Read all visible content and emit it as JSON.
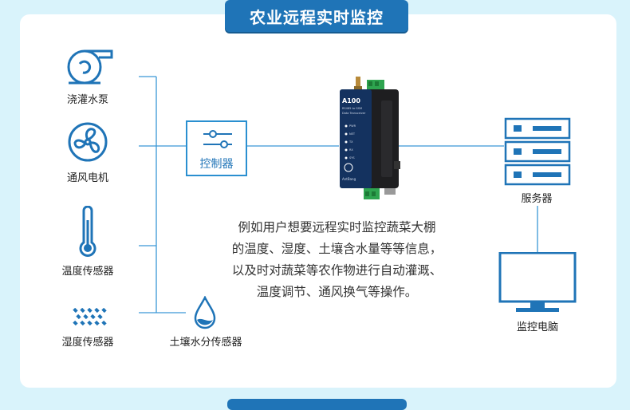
{
  "title": "农业远程实时监控",
  "sensors": {
    "pump": "浇灌水泵",
    "fan": "通风电机",
    "temp_sensor": "温度传感器",
    "humidity_sensor": "湿度传感器",
    "soil_sensor": "土壤水分传感器"
  },
  "controller_label": "控制器",
  "device": {
    "model": "A100",
    "sub1": "RS485 to GSM",
    "sub2": "Data Transceiver",
    "brand": "AntBang",
    "leds": [
      "PWR",
      "NET",
      "TX",
      "RX",
      "SYS"
    ]
  },
  "server_label": "服务器",
  "monitor_label": "监控电脑",
  "description": [
    "例如用户想要远程实时监控蔬菜大棚",
    "的温度、湿度、土壤含水量等等信息，",
    "以及时对蔬菜等农作物进行自动灌溉、",
    "温度调节、通风换气等操作。"
  ],
  "colors": {
    "accent": "#1f74b7",
    "line": "#3a98d6",
    "background": "#d9f3fb"
  },
  "icons": [
    "pump-icon",
    "fan-icon",
    "thermometer-icon",
    "mist-icon",
    "water-drop-icon",
    "slider-icon",
    "server-icon",
    "monitor-icon",
    "antenna-icon"
  ]
}
